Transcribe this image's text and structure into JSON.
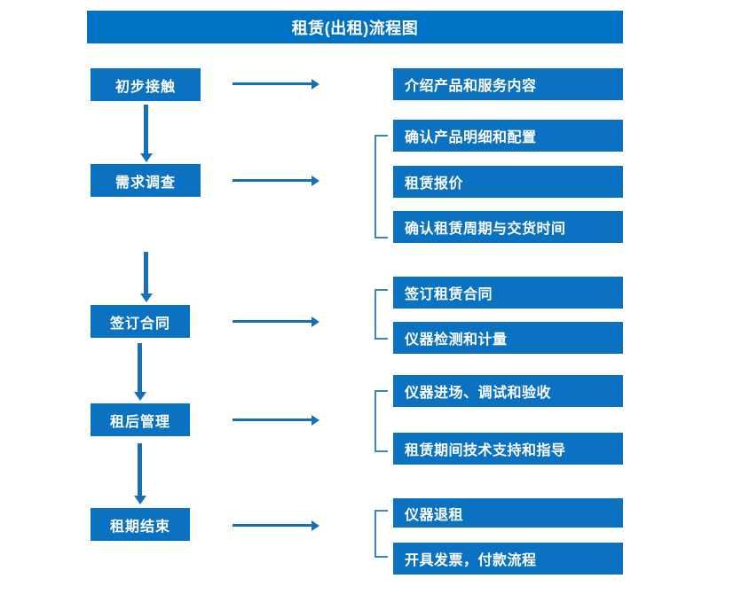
{
  "diagram": {
    "title": "租赁(出租)流程图",
    "colors": {
      "title_bar": "#0072c6",
      "box": "#0a72c0",
      "arrow": "#1570b8",
      "bracket": "#3f84c4",
      "text": "#ffffff",
      "background": "#ffffff"
    },
    "stages": [
      {
        "label": "初步接触"
      },
      {
        "label": "需求调查"
      },
      {
        "label": "签订合同"
      },
      {
        "label": "租后管理"
      },
      {
        "label": "租期结束"
      }
    ],
    "details": [
      {
        "label": "介绍产品和服务内容"
      },
      {
        "label": "确认产品明细和配置"
      },
      {
        "label": "租赁报价"
      },
      {
        "label": "确认租赁周期与交货时间"
      },
      {
        "label": "签订租赁合同"
      },
      {
        "label": "仪器检测和计量"
      },
      {
        "label": "仪器进场、调试和验收"
      },
      {
        "label": "租赁期间技术支持和指导"
      },
      {
        "label": "仪器退租"
      },
      {
        "label": "开具发票，付款流程"
      }
    ],
    "flow_links": [
      {
        "from": "初步接触",
        "to": "需求调查"
      },
      {
        "from": "需求调查",
        "to": "签订合同"
      },
      {
        "from": "签订合同",
        "to": "租后管理"
      },
      {
        "from": "租后管理",
        "to": "租期结束"
      }
    ],
    "stage_detail_map": [
      {
        "stage": "初步接触",
        "details": [
          "介绍产品和服务内容"
        ]
      },
      {
        "stage": "需求调查",
        "details": [
          "确认产品明细和配置",
          "租赁报价",
          "确认租赁周期与交货时间"
        ]
      },
      {
        "stage": "签订合同",
        "details": [
          "签订租赁合同",
          "仪器检测和计量"
        ]
      },
      {
        "stage": "租后管理",
        "details": [
          "仪器进场、调试和验收",
          "租赁期间技术支持和指导"
        ]
      },
      {
        "stage": "租期结束",
        "details": [
          "仪器退租",
          "开具发票，付款流程"
        ]
      }
    ]
  }
}
